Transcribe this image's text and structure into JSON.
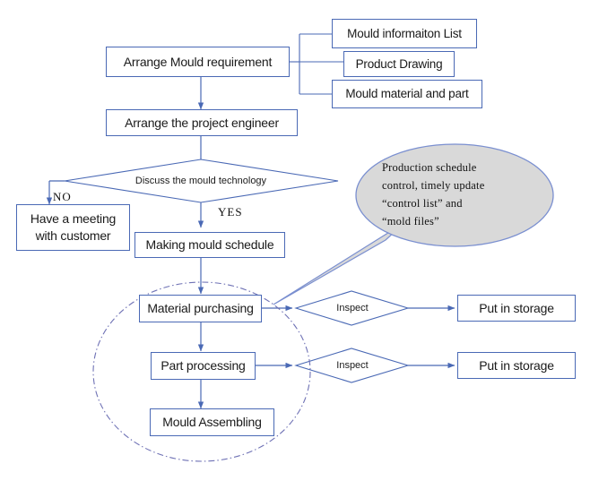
{
  "diagram": {
    "title": "Mould production process flowchart",
    "colors": {
      "node_border": "#4a69b5",
      "connector": "#4a69b5",
      "callout_fill": "#d9d9d9",
      "callout_border": "#7a8fd0",
      "group_circle": "#6f72b5",
      "background": "#ffffff"
    }
  },
  "nodes": {
    "arrange_requirement": "Arrange Mould requirement",
    "mould_information_list": "Mould informaiton List",
    "product_drawing": "Product Drawing",
    "mould_material_and_part": "Mould material and part",
    "arrange_engineer": "Arrange the project engineer",
    "discuss_technology": "Discuss the mould technology",
    "have_meeting_line1": "Have a meeting",
    "have_meeting_line2": "with customer",
    "making_schedule": "Making mould schedule",
    "material_purchasing": "Material purchasing",
    "part_processing": "Part processing",
    "mould_assembling": "Mould Assembling",
    "inspect_top": "Inspect",
    "inspect_bottom": "Inspect",
    "put_in_storage_top": "Put in storage",
    "put_in_storage_bottom": "Put in storage"
  },
  "edge_labels": {
    "no": "NO",
    "yes": "YES"
  },
  "callout": {
    "line1": "Production schedule",
    "line2": "control, timely update",
    "line3": "“control list” and",
    "line4": "“mold files”"
  }
}
